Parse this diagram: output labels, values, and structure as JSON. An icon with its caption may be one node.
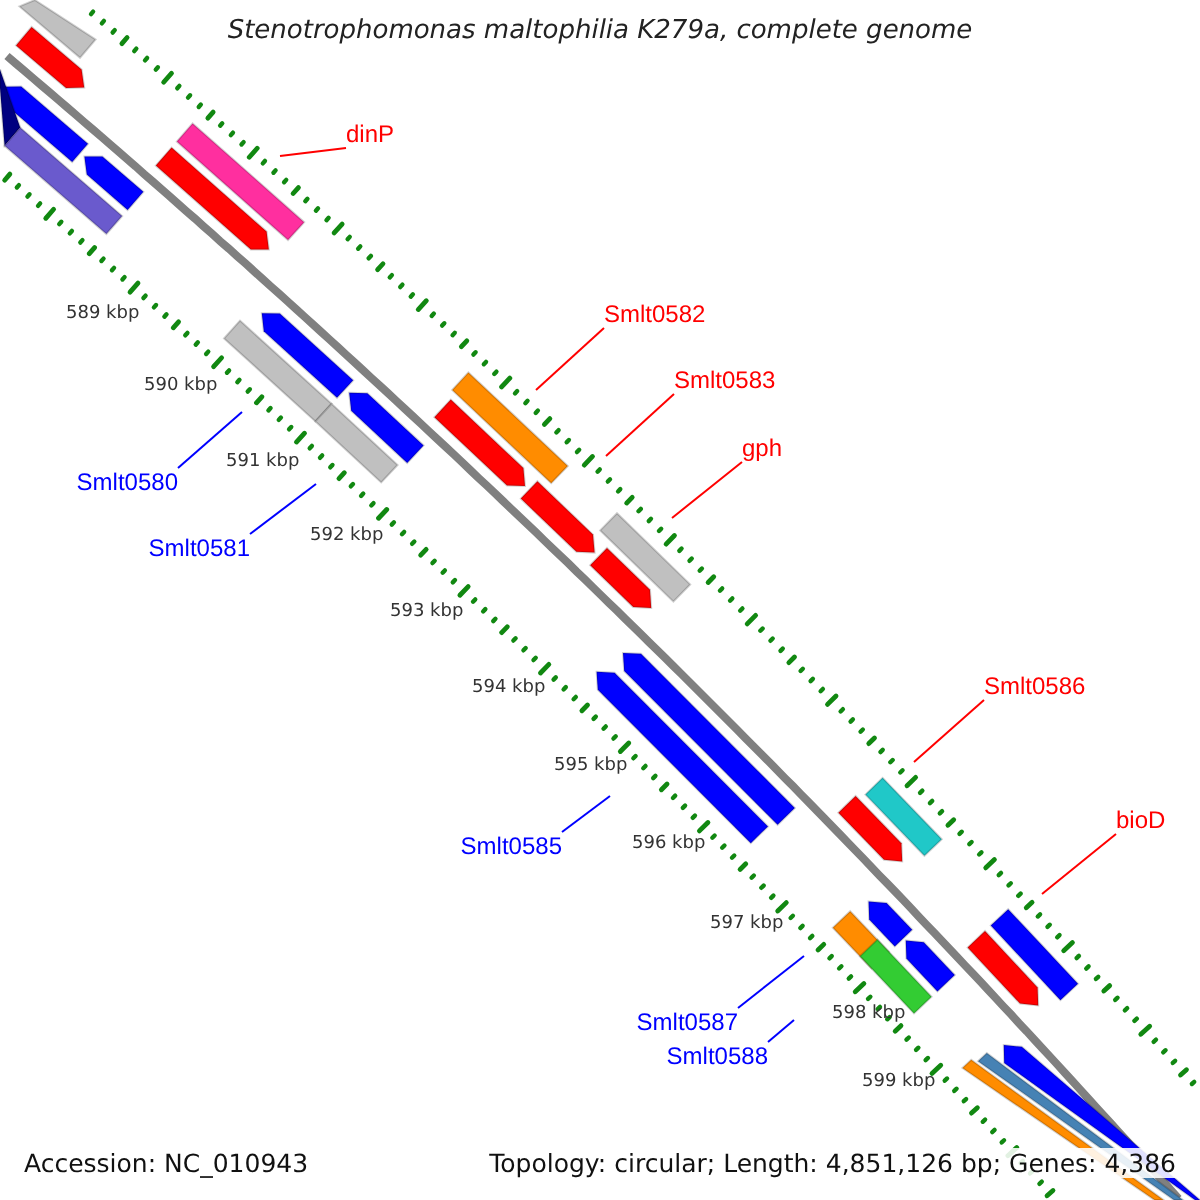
{
  "diagram": {
    "title": "Stenotrophomonas maltophilia K279a, complete genome",
    "nodes": [
      {
        "text": [
          "dinP"
        ]
      },
      {
        "text": [
          "Smlt0582"
        ]
      },
      {
        "text": [
          "Smlt0583"
        ]
      },
      {
        "text": [
          "gph"
        ]
      },
      {
        "text": [
          "Smlt0580"
        ]
      },
      {
        "text": [
          "Smlt0581"
        ]
      },
      {
        "text": [
          "Smlt0586"
        ]
      },
      {
        "text": [
          "bioD"
        ]
      },
      {
        "text": [
          "Smlt0585"
        ]
      },
      {
        "text": [
          "Smlt0587"
        ]
      },
      {
        "text": [
          "Smlt0588"
        ]
      }
    ],
    "edges": [
      {
        "from": 0,
        "to": null,
        "arrow": "none"
      },
      {
        "from": 1,
        "to": null,
        "arrow": "none"
      },
      {
        "from": 2,
        "to": null,
        "arrow": "none"
      },
      {
        "from": 3,
        "to": null,
        "arrow": "none"
      },
      {
        "from": 4,
        "to": null,
        "arrow": "none",
        "color": "#0000ff"
      },
      {
        "from": 5,
        "to": null,
        "arrow": "none",
        "color": "#0000ff"
      },
      {
        "from": 6,
        "to": null,
        "arrow": "none"
      },
      {
        "from": 7,
        "to": null,
        "arrow": "none"
      },
      {
        "from": 8,
        "to": null,
        "arrow": "none",
        "color": "#0000ff"
      },
      {
        "from": 9,
        "to": null,
        "arrow": "none",
        "color": "#0000ff"
      },
      {
        "from": 10,
        "to": null,
        "arrow": "none",
        "color": "#0000ff"
      }
    ],
    "labels": [
      "589 kbp",
      "590 kbp",
      "591 kbp",
      "592 kbp",
      "593 kbp",
      "594 kbp",
      "595 kbp",
      "596 kbp",
      "597 kbp",
      "598 kbp",
      "599 kbp",
      "Accession: NC_010943",
      "Topology: circular; Length: 4,851,126 bp; Genes: 4,386"
    ]
  }
}
